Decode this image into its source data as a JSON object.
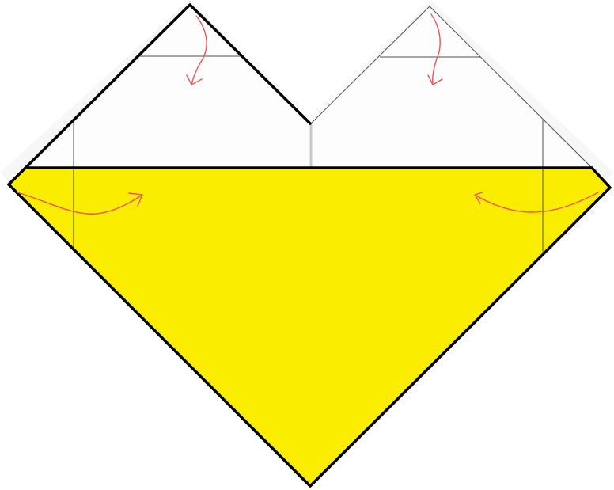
{
  "diagram": {
    "kind": "origami folding step (heart)",
    "colors": {
      "paper_back": "#fdfdfd",
      "paper_front": "#fbed00",
      "outline": "#000000",
      "crease": "#4d4d4d",
      "center_gap": "#c9c9c9",
      "fold_arrow": "#f25454"
    },
    "arrows": [
      {
        "name": "top-left-flap-fold-arrow",
        "direction": "down"
      },
      {
        "name": "top-right-flap-fold-arrow",
        "direction": "down"
      },
      {
        "name": "left-corner-fold-arrow",
        "direction": "right"
      },
      {
        "name": "right-corner-fold-arrow",
        "direction": "left"
      }
    ]
  }
}
